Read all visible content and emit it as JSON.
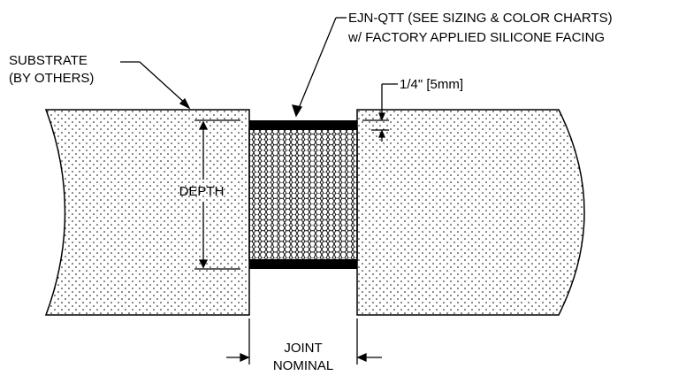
{
  "labels": {
    "product_line1": "EJN-QTT (SEE SIZING & COLOR CHARTS)",
    "product_line2": "w/ FACTORY APPLIED SILICONE FACING",
    "substrate_line1": "SUBSTRATE",
    "substrate_line2": "(BY OTHERS)",
    "facing_thickness": "1/4\" [5mm]",
    "depth": "DEPTH",
    "joint_line1": "JOINT",
    "joint_line2": "NOMINAL"
  },
  "colors": {
    "line": "#000000",
    "background": "#ffffff",
    "facing": "#000000"
  }
}
